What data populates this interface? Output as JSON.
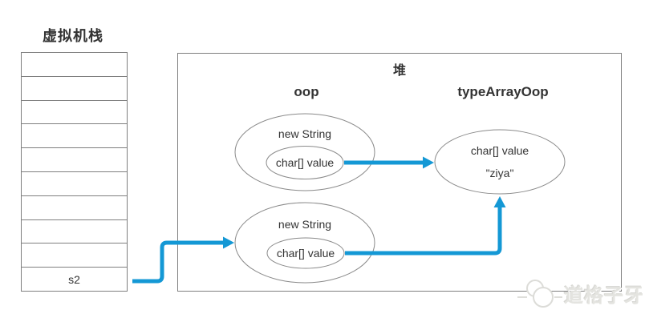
{
  "stack_panel": {
    "title": "虚拟机栈",
    "rows": [
      "",
      "",
      "",
      "",
      "",
      "",
      "",
      "",
      "",
      "s2"
    ]
  },
  "heap_panel": {
    "title": "堆",
    "oop_heading": "oop",
    "type_array_heading": "typeArrayOop",
    "string_obj_top": {
      "label": "new String",
      "field": "char[] value"
    },
    "string_obj_bottom": {
      "label": "new String",
      "field": "char[] value"
    },
    "char_array_obj": {
      "field": "char[] value",
      "value": "\"ziya\""
    }
  },
  "watermark": {
    "text": "道格子牙"
  },
  "colors": {
    "arrow_blue": "#1498d5",
    "box_border": "#7f7f7f",
    "ellipse_border": "#8a8a8a",
    "text": "#333333"
  }
}
